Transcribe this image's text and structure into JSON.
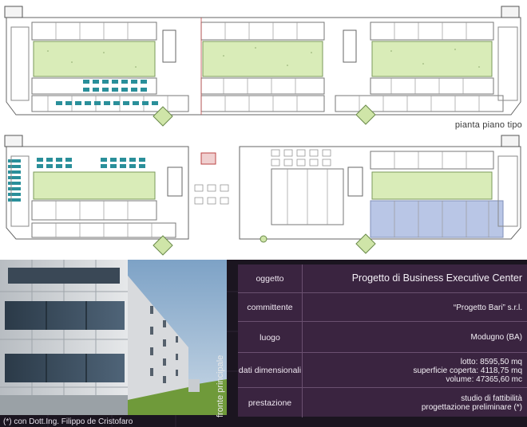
{
  "plan_caption": "pianta piano tipo",
  "photo_caption": "fronte principale",
  "footnote": "(*) con Dott.Ing. Filippo de Cristofaro",
  "colors": {
    "panel_bg": "#3a2440",
    "page_bg": "#1b1520",
    "plan_green": "#cfe5a8",
    "plan_teal": "#2a8f9a",
    "plan_blue_zone": "#b9c6e6"
  },
  "project": {
    "rows": [
      {
        "label": "oggetto",
        "lines": [
          "Progetto di Business Executive Center"
        ]
      },
      {
        "label": "committente",
        "lines": [
          "“Progetto Bari” s.r.l."
        ]
      },
      {
        "label": "luogo",
        "lines": [
          "Modugno (BA)"
        ]
      },
      {
        "label": "dati dimensionali",
        "lines": [
          "lotto: 8595,50 mq",
          "superficie coperta: 4118,75 mq",
          "volume: 47365,60 mc"
        ]
      },
      {
        "label": "prestazione",
        "lines": [
          "studio di fattibilità",
          "progettazione preliminare (*)"
        ]
      }
    ]
  }
}
